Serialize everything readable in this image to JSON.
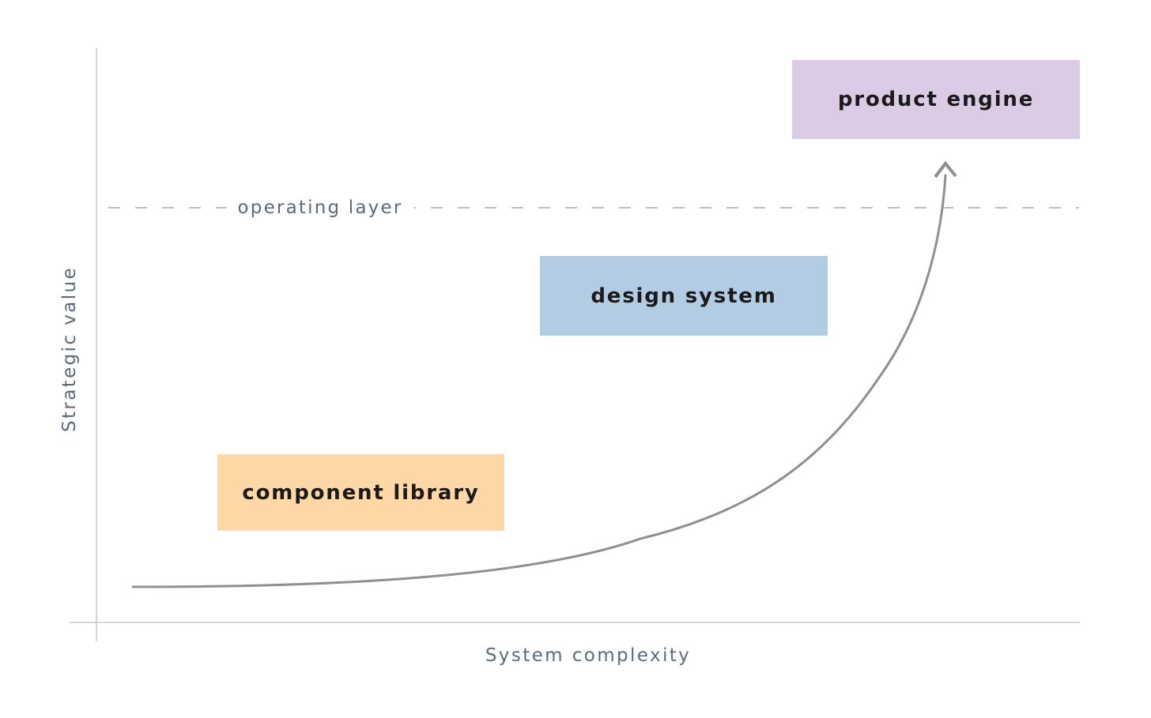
{
  "diagram": {
    "y_axis_label": "Strategic value",
    "x_axis_label": "System complexity",
    "threshold_label": "operating layer",
    "boxes": {
      "component_library": "component library",
      "design_system": "design system",
      "product_engine": "product engine"
    }
  },
  "colors": {
    "background": "#ffffff",
    "axis_line": "#c9c9c9",
    "dashed_line": "#bdbdbd",
    "curve": "#8f8f8f",
    "axis_text": "#5d6b7a",
    "box_text": "#1a1a1a",
    "component_library_fill": "#fdd7a6",
    "design_system_fill": "#b2cce3",
    "product_engine_fill": "#dbcbe5"
  },
  "chart_data": {
    "type": "line",
    "qualitative": true,
    "title": "",
    "xlabel": "System complexity",
    "ylabel": "Strategic value",
    "grid": false,
    "legend": false,
    "curve_shape": "exponential-increase with upward arrow tip",
    "threshold": {
      "label": "operating layer",
      "style": "dashed-horizontal"
    },
    "stages": [
      "component library",
      "design system",
      "product engine"
    ],
    "layout_hint": "stages rise left-to-right; product engine sits above the operating layer line"
  }
}
